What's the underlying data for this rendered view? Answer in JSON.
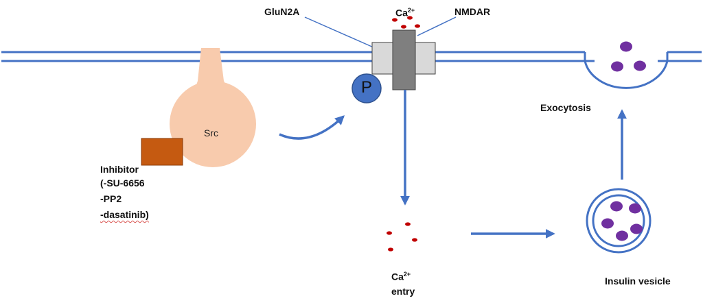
{
  "labels": {
    "glun2a": "GluN2A",
    "ca_top": "Ca",
    "ca_top_charge": "2+",
    "nmdar": "NMDAR",
    "phospho": "P",
    "src": "Src",
    "inhibitor_title": "Inhibitor",
    "inhibitor_1": "(-SU-6656",
    "inhibitor_2": "-PP2",
    "inhibitor_3": "-dasatinib)",
    "exocytosis": "Exocytosis",
    "ca_entry": "Ca",
    "ca_entry_charge": "2+",
    "ca_entry_word": "entry",
    "insulin_vesicle": "Insulin vesicle"
  },
  "colors": {
    "membrane": "#4472c4",
    "src_body": "#f8cbad",
    "inhibitor": "#c55a11",
    "receptor_light": "#d9d9d9",
    "receptor_dark": "#7f7f7f",
    "phospho_circle": "#4472c4",
    "calcium_dot": "#c00000",
    "insulin_granule": "#7030a0",
    "arrow": "#4472c4"
  }
}
